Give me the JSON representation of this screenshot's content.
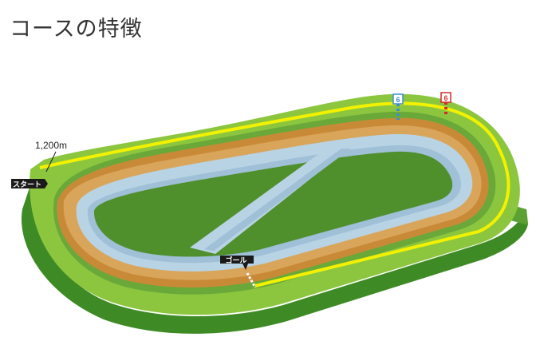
{
  "page": {
    "title": "コースの特徴"
  },
  "course": {
    "distance_label": "1,200m",
    "start_label": "スタート",
    "goal_label": "ゴール",
    "furlong_markers": [
      {
        "number": "6",
        "color": "#3a8fd0"
      },
      {
        "number": "6",
        "color": "#d42a2a"
      }
    ],
    "colors": {
      "turf": "#8cc63f",
      "turf_shadow": "#3e8a25",
      "rail_line": "#f2f200",
      "dirt": "#c98a38",
      "dirt_light": "#d9a55a",
      "infield_water": "#b8d3e4",
      "infield_green": "#4f8f2c"
    }
  }
}
